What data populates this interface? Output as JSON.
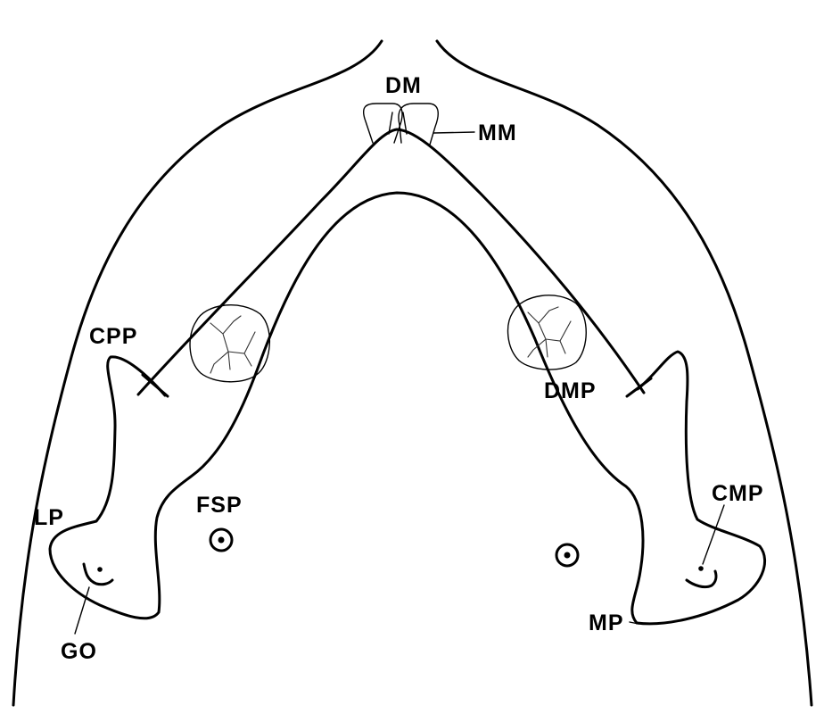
{
  "labels": {
    "dm": "DM",
    "mm": "MM",
    "cpp": "CPP",
    "dmp": "DMP",
    "cmp": "CMP",
    "lp": "LP",
    "fsp": "FSP",
    "go": "GO",
    "mp": "MP"
  },
  "colors": {
    "stroke": "#000000",
    "background": "#ffffff"
  }
}
